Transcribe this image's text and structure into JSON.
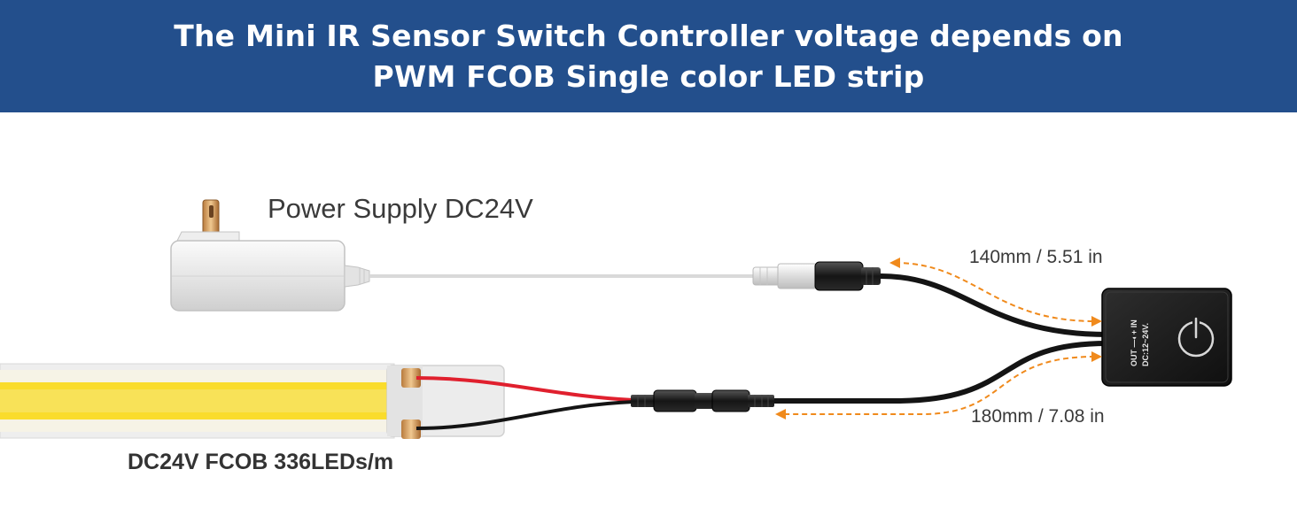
{
  "header": {
    "title_line1": "The Mini IR Sensor Switch Controller voltage depends on",
    "title_line2": "PWM FCOB Single color LED strip"
  },
  "labels": {
    "power_supply": "Power Supply DC24V",
    "input_cable_length": "140mm / 5.51 in",
    "output_cable_length": "180mm / 7.08 in",
    "led_strip": "DC24V FCOB 336LEDs/m"
  },
  "controller": {
    "marking_line1": "OUT —◐+ IN",
    "marking_line2": "DC:12~24V."
  },
  "colors": {
    "header_bg": "#234f8c",
    "arrow": "#f08a1c",
    "led_yellow": "#fadc2c",
    "red_wire": "#e0202e",
    "black_wire": "#141414",
    "controller_body": "#1a1a1a"
  },
  "icons": [
    "power-icon",
    "dc-polarity-icon"
  ]
}
